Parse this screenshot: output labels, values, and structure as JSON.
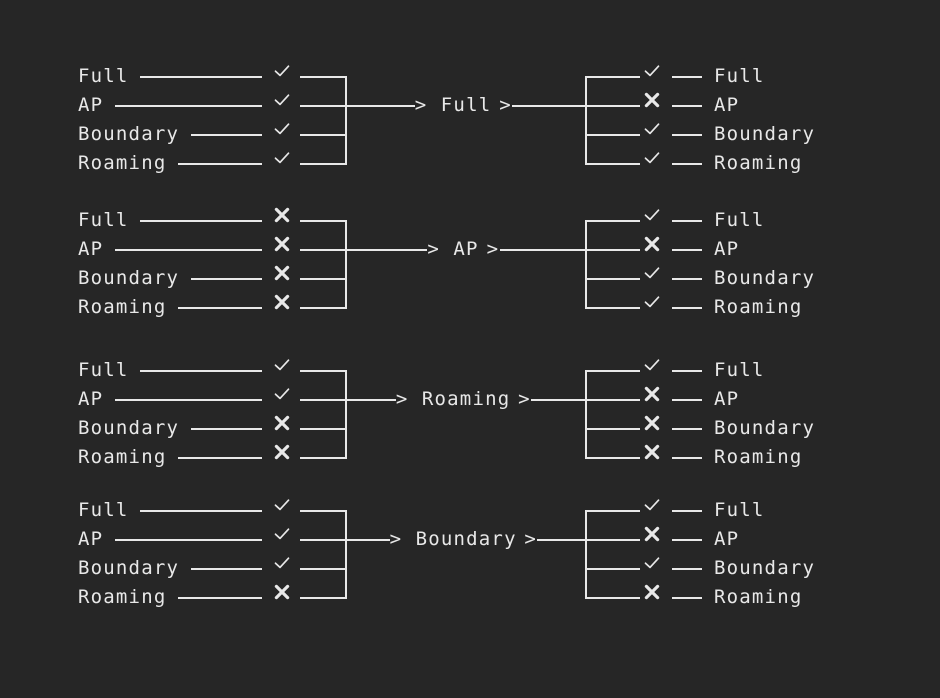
{
  "theme": {
    "background": "#262626",
    "foreground": "#e8e8e8"
  },
  "symbols": {
    "check": "check-mark",
    "cross": "cross-mark",
    "chevron": ">",
    "arrow": "—>"
  },
  "groups": [
    {
      "id": "full",
      "center_label": "Full",
      "inputs": [
        {
          "label": "Full",
          "state": "check"
        },
        {
          "label": "AP",
          "state": "check"
        },
        {
          "label": "Boundary",
          "state": "check"
        },
        {
          "label": "Roaming",
          "state": "check"
        }
      ],
      "outputs": [
        {
          "label": "Full",
          "state": "check"
        },
        {
          "label": "AP",
          "state": "cross"
        },
        {
          "label": "Boundary",
          "state": "check"
        },
        {
          "label": "Roaming",
          "state": "check"
        }
      ]
    },
    {
      "id": "ap",
      "center_label": "AP",
      "inputs": [
        {
          "label": "Full",
          "state": "cross"
        },
        {
          "label": "AP",
          "state": "cross"
        },
        {
          "label": "Boundary",
          "state": "cross"
        },
        {
          "label": "Roaming",
          "state": "cross"
        }
      ],
      "outputs": [
        {
          "label": "Full",
          "state": "check"
        },
        {
          "label": "AP",
          "state": "cross"
        },
        {
          "label": "Boundary",
          "state": "check"
        },
        {
          "label": "Roaming",
          "state": "check"
        }
      ]
    },
    {
      "id": "roaming",
      "center_label": "Roaming",
      "inputs": [
        {
          "label": "Full",
          "state": "check"
        },
        {
          "label": "AP",
          "state": "check"
        },
        {
          "label": "Boundary",
          "state": "cross"
        },
        {
          "label": "Roaming",
          "state": "cross"
        }
      ],
      "outputs": [
        {
          "label": "Full",
          "state": "check"
        },
        {
          "label": "AP",
          "state": "cross"
        },
        {
          "label": "Boundary",
          "state": "cross"
        },
        {
          "label": "Roaming",
          "state": "cross"
        }
      ]
    },
    {
      "id": "boundary",
      "center_label": "Boundary",
      "inputs": [
        {
          "label": "Full",
          "state": "check"
        },
        {
          "label": "AP",
          "state": "check"
        },
        {
          "label": "Boundary",
          "state": "check"
        },
        {
          "label": "Roaming",
          "state": "cross"
        }
      ],
      "outputs": [
        {
          "label": "Full",
          "state": "check"
        },
        {
          "label": "AP",
          "state": "cross"
        },
        {
          "label": "Boundary",
          "state": "check"
        },
        {
          "label": "Roaming",
          "state": "cross"
        }
      ]
    }
  ]
}
